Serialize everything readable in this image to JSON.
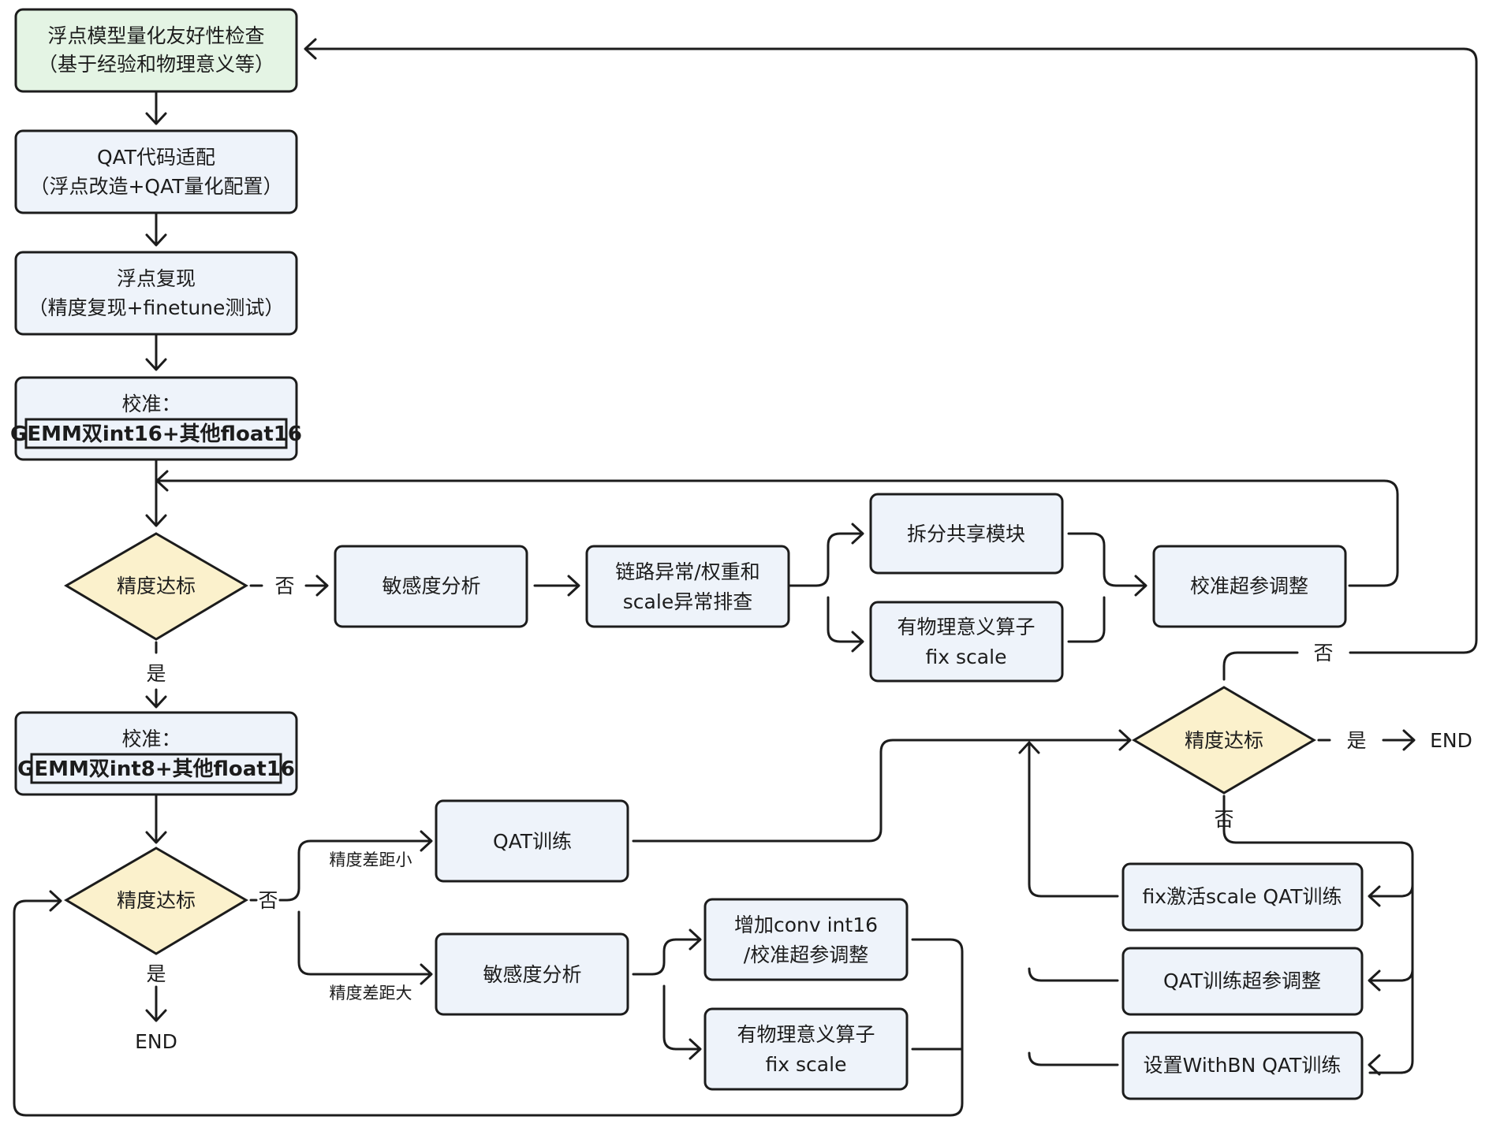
{
  "nodes": {
    "check": [
      "浮点模型量化友好性检查",
      "（基于经验和物理意义等）"
    ],
    "adapt": [
      "QAT代码适配",
      "（浮点改造+QAT量化配置）"
    ],
    "reproduce": [
      "浮点复现",
      "（精度复现+finetune测试）"
    ],
    "calib1": [
      "校准：",
      "GEMM双int16+其他float16"
    ],
    "calib2": [
      "校准：",
      "GEMM双int8+其他float16"
    ],
    "sens1": "敏感度分析",
    "chain": [
      "链路异常/权重和",
      "scale异常排查"
    ],
    "split": "拆分共享模块",
    "phys1": [
      "有物理意义算子",
      "fix scale"
    ],
    "calibtune": "校准超参调整",
    "qat": "QAT训练",
    "sens2": "敏感度分析",
    "conv16": [
      "增加conv int16",
      "/校准超参调整"
    ],
    "phys2": [
      "有物理意义算子",
      "fix scale"
    ],
    "fixact": "fix激活scale QAT训练",
    "qattune": "QAT训练超参调整",
    "withbn": "设置WithBN QAT训练"
  },
  "decisions": {
    "d1": "精度达标",
    "d2": "精度达标",
    "d3": "精度达标"
  },
  "labels": {
    "no": "否",
    "yes": "是",
    "end": "END",
    "gap_small": "精度差距小",
    "gap_large": "精度差距大"
  }
}
